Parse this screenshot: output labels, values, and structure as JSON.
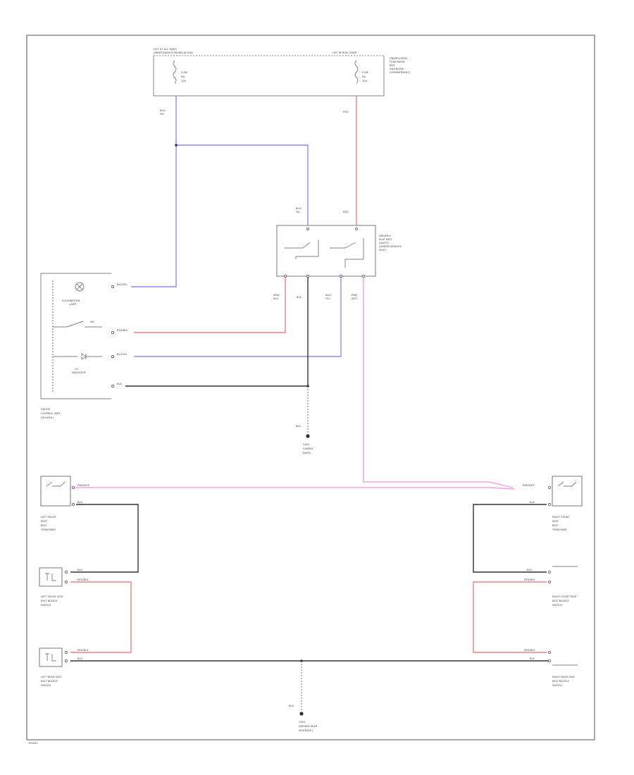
{
  "fuse_panel": {
    "title": "HOT AT ALL TIMES",
    "subtitle": "UNDER-DASH FUSE/RELAY BOX",
    "right_title": "HOT IN RUN, START",
    "right_desc": [
      "UNDER-HOOD",
      "FUSE/RELAY",
      "BOX",
      "(IN ENGINE",
      "COMPARTMENT)"
    ],
    "fuse_left": [
      "FUSE",
      "No.",
      "10A"
    ],
    "fuse_right": [
      "FUSE",
      "No.",
      "10A"
    ],
    "wire_left": [
      "BLU/",
      "YEL"
    ],
    "wire_right": "RED"
  },
  "relay": {
    "wire_top_left": [
      "BLU/",
      "YEL"
    ],
    "wire_top_right": "RED",
    "desc": [
      "DRIVER'S",
      "SEAT BELT",
      "SWITCH",
      "(UNDER DRIVER'S",
      "SEAT)"
    ],
    "pin_wires": [
      [
        "RED/",
        "BLK"
      ],
      "BLK",
      [
        "BLU/",
        "YEL"
      ],
      [
        "PNK/",
        "WHT"
      ]
    ]
  },
  "gauge": {
    "lamp_label": [
      "ILLUMINATION",
      "LAMP"
    ],
    "switch_label": "SW",
    "indicator_label": [
      "LIT",
      "INDICATOR"
    ],
    "wires": [
      "BLU/YEL",
      "RED/BLK",
      "BLU/YEL",
      "BLK"
    ],
    "title": [
      "GAUGE",
      "CONTROL UNIT",
      "(IN DASH)"
    ]
  },
  "ground_top": {
    "wire": "BLK",
    "label": [
      "G401",
      "(UNDER",
      "DASH)"
    ]
  },
  "left_tensioner": {
    "wire_top": "PNK/WHT",
    "wire_bottom": "BLK",
    "label": [
      "LEFT FRONT",
      "SEAT",
      "BELT",
      "TENSIONER"
    ]
  },
  "left_upper_sensor": {
    "wires": [
      "BLK",
      "RED/BLK"
    ],
    "label": [
      "LEFT FRONT SEAT",
      "BELT BUCKLE",
      "SWITCH"
    ]
  },
  "left_lower_sensor": {
    "wires": [
      "RED/BLK",
      "BLK"
    ],
    "label": [
      "LEFT REAR SEAT",
      "BELT BUCKLE",
      "SWITCH"
    ]
  },
  "right_tensioner": {
    "wire_top": "PNK/WHT",
    "wire_bottom": "BLK",
    "label": [
      "RIGHT FRONT",
      "SEAT",
      "BELT",
      "TENSIONER"
    ]
  },
  "right_upper_sensor": {
    "wires": [
      "BLK",
      "RED/BLK"
    ],
    "label": [
      "RIGHT FRONT SEAT",
      "BELT BUCKLE",
      "SWITCH"
    ]
  },
  "right_lower_sensor": {
    "wires": [
      "RED/BLK",
      "BLK"
    ],
    "label": [
      "RIGHT REAR SEAT",
      "BELT BUCKLE",
      "SWITCH"
    ]
  },
  "ground_bottom": {
    "wire": "BLK",
    "label": [
      "G501",
      "(BEHIND REAR",
      "SEATBACK)"
    ]
  },
  "figure_id": "Y05003",
  "colors": {
    "black": "#333333",
    "red": "#f08080",
    "blue": "#8a8af0",
    "pink": "#f0a0f0"
  }
}
